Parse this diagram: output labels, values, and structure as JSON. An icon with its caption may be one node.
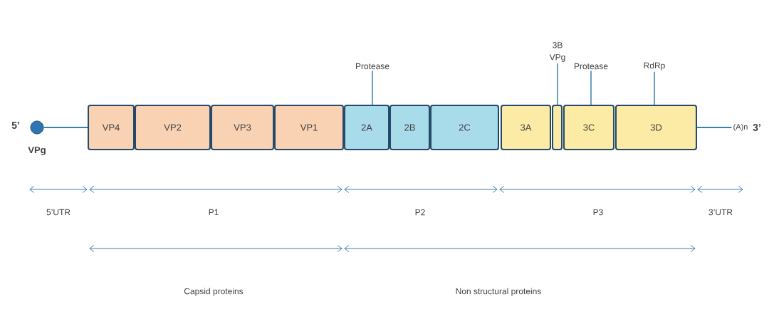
{
  "diagram": {
    "nodes": [
      {
        "text": [],
        "shape": "circle",
        "beside": [
          "VPg"
        ]
      },
      {
        "text": [
          "VP4"
        ]
      },
      {
        "text": [
          "VP2"
        ]
      },
      {
        "text": [
          "VP3"
        ]
      },
      {
        "text": [
          "VP1"
        ]
      },
      {
        "text": [
          "2A"
        ]
      },
      {
        "text": [
          "2B"
        ]
      },
      {
        "text": [
          "2C"
        ]
      },
      {
        "text": [
          "3A"
        ]
      },
      {
        "text": [],
        "shape": "box"
      },
      {
        "text": [
          "3C"
        ]
      },
      {
        "text": [
          "3D"
        ]
      },
      {
        "text": [
          "(A)n"
        ]
      },
      {
        "text": [
          "Protease"
        ]
      },
      {
        "text": [
          "3B",
          "VPg"
        ]
      },
      {
        "text": [
          "Protease"
        ]
      },
      {
        "text": [
          "RdRp"
        ]
      }
    ],
    "edges": [
      {
        "from": 0,
        "to": 1,
        "arrow": "none"
      },
      {
        "from": 11,
        "to": 12,
        "arrow": "none"
      },
      {
        "from": 13,
        "to": 5,
        "arrow": "none"
      },
      {
        "from": 14,
        "to": 9,
        "arrow": "none"
      },
      {
        "from": 15,
        "to": 10,
        "arrow": "none"
      },
      {
        "from": 16,
        "to": 11,
        "arrow": "none"
      }
    ],
    "labels": [
      "5’",
      "3’",
      "5’UTR",
      "P1",
      "P2",
      "P3",
      "3’UTR",
      "Capsid proteins",
      "Non structural proteins"
    ]
  }
}
